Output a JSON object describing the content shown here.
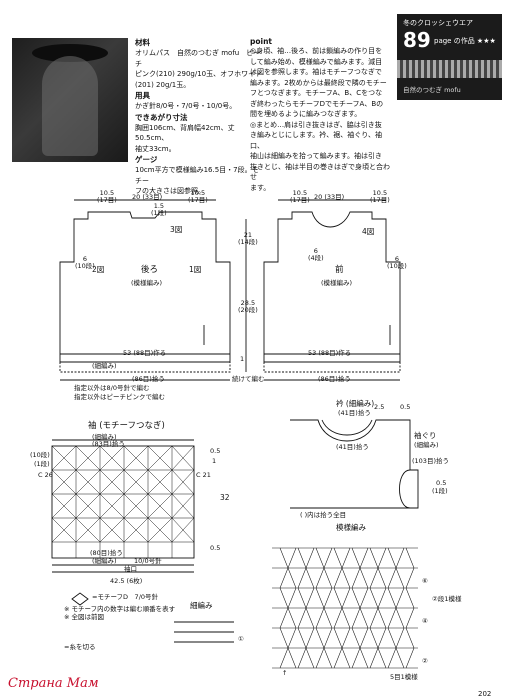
{
  "materials": {
    "title": "材料",
    "text": "オリムパス　自然のつむぎ mofu　ピーチ\nピンク(210) 290g/10玉、オフホワイト\n(201) 20g/1玉。",
    "tools_title": "用具",
    "tools": "かぎ針8/0号・7/0号・10/0号。",
    "size_title": "できあがり寸法",
    "size": "胸囲106cm、背肩幅42cm、丈50.5cm、\n袖丈33cm。",
    "gauge_title": "ゲージ",
    "gauge": "10cm平方で模様編み16.5目・7段。モチー\nフの大きさは図参照。"
  },
  "point": {
    "title": "point",
    "text": "◎身頃、袖…後ろ、前は鎖編みの作り目を\nして編み始め、模様編みで編みます。減目\nは図を参照します。袖はモチーフつなぎで\n編みます。2枚めからは最終段で隣のモチー\nフとつなぎます。モチーフA、B、Cをつな\nぎ終わったらモチーフDでモチーフA、Bの\n間を埋めるように編みつなぎます。\n◎まとめ…肩は引き抜きはぎ、脇は引き抜\nき編みとじにします。衿、裾、袖ぐり、袖口、\n袖山は細編みを拾って編みます。袖は引き\n抜きとじ、袖は半目の巻きはぎで身頃と合わせ\nます。"
  },
  "badge": {
    "series": "冬のクロッシェウエア",
    "number": "89",
    "page_label": "page の作品 ★★★",
    "yarn": "自然のつむぎ mofu"
  },
  "back": {
    "label": "後ろ",
    "pattern": "(模様編み)",
    "hem": "(細編み)",
    "fig3": "3図",
    "fig2": "2図",
    "fig1": "1図",
    "top_left": "10.5\n(17目)",
    "top_mid": "20 (33目)",
    "top_right": "10.5\n(17目)",
    "neck": "1.5\n(1段)",
    "side": "6\n(10段)",
    "width": "53 (88目)作る",
    "hem_width": "(86目)拾う"
  },
  "front": {
    "label": "前",
    "pattern": "(模様編み)",
    "fig4": "4図",
    "top_left": "10.5\n(17目)",
    "top_mid": "20 (33目)",
    "top_right": "10.5\n(17目)",
    "neck": "6\n(4段)",
    "side": "6\n(10段)",
    "width": "53 (88目)作る",
    "hem_width": "(86目)拾う"
  },
  "center": {
    "dim1": "21\n(14段)",
    "dim2": "28.5\n(20段)",
    "dim3": "1",
    "note": "続けて編む"
  },
  "legend": {
    "l1": "指定以外は8/0号針で編む",
    "l2": "指定以外はピーチピンクで編む"
  },
  "sleeve": {
    "title": "袖 (モチーフつなぎ)",
    "top_title": "(細編み)",
    "top_count": "(83目)拾う",
    "side_left": "(10段)",
    "side_left2": "(1段)",
    "c26": "C 26",
    "c21": "C 21",
    "r1": "0.5",
    "r2": "1",
    "r3": "0.5",
    "height": "32",
    "bottom_count": "(80目)拾う",
    "bottom_title": "(細編み)",
    "hook": "10/0号針",
    "cuff": "袖口",
    "width": "42.5 (6枚)"
  },
  "motif_legend": {
    "d": "=モチーフD　7/0号針",
    "l1": "※ モチーフ内の数字は編む順番を表す",
    "l2": "※ 全図は前図"
  },
  "hem_chart": {
    "title": "細編み",
    "note": "=糸を切る",
    "mark": "①"
  },
  "collar": {
    "title": "衿 (細編み)",
    "count_top": "(41目)拾う",
    "count_mid": "(41目)拾う",
    "v25": "2.5",
    "v05": "0.5",
    "armhole_title": "袖ぐり",
    "armhole_sub": "(細編み)",
    "armhole_count": "(103目)拾う",
    "a05": "0.5",
    "a1": "(1段)",
    "note": "( )内は拾う全目"
  },
  "pattern_chart": {
    "title": "模様編み",
    "repeat": "5目1模様",
    "rows": [
      "⑥",
      "④",
      "②"
    ],
    "row_note": "②段1模様",
    "bottom": "↑"
  },
  "footer": {
    "watermark": "Страна Мам",
    "page": "202"
  },
  "colors": {
    "ink": "#111111",
    "watermark": "#c8102e",
    "badge_bg": "#1b1b1b"
  }
}
